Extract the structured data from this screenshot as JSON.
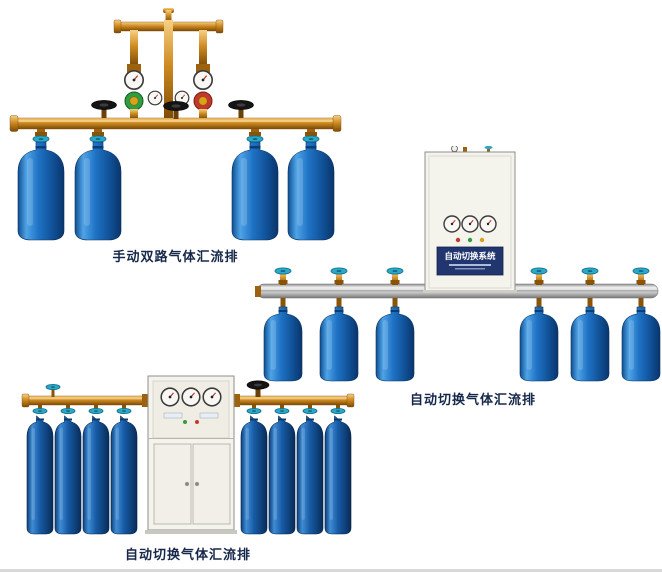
{
  "page": {
    "background": "#ffffff",
    "bottom_divider_color": "#d9d9d9"
  },
  "products": {
    "manual_dual": {
      "label": "手动双路气体汇流排"
    },
    "auto_switch_right": {
      "label": "自动切换气体汇流排",
      "cabinet_title": "自动切换系统"
    },
    "auto_switch_bottom": {
      "label": "自动切换气体汇流排"
    }
  },
  "colors": {
    "cylinder_blue": "#1e72c4",
    "cylinder_blue_dark": "#0d3f7a",
    "brass_pipe": "#cf8b22",
    "valve_teal": "#2ba8c8",
    "aluminum_rail": "#d2d2d2",
    "cabinet_body": "#f4f3ec",
    "cabinet_panel_navy": "#21356f",
    "regulator_green": "#2f9e41",
    "regulator_red": "#c0392b",
    "label_text": "#16284a"
  }
}
